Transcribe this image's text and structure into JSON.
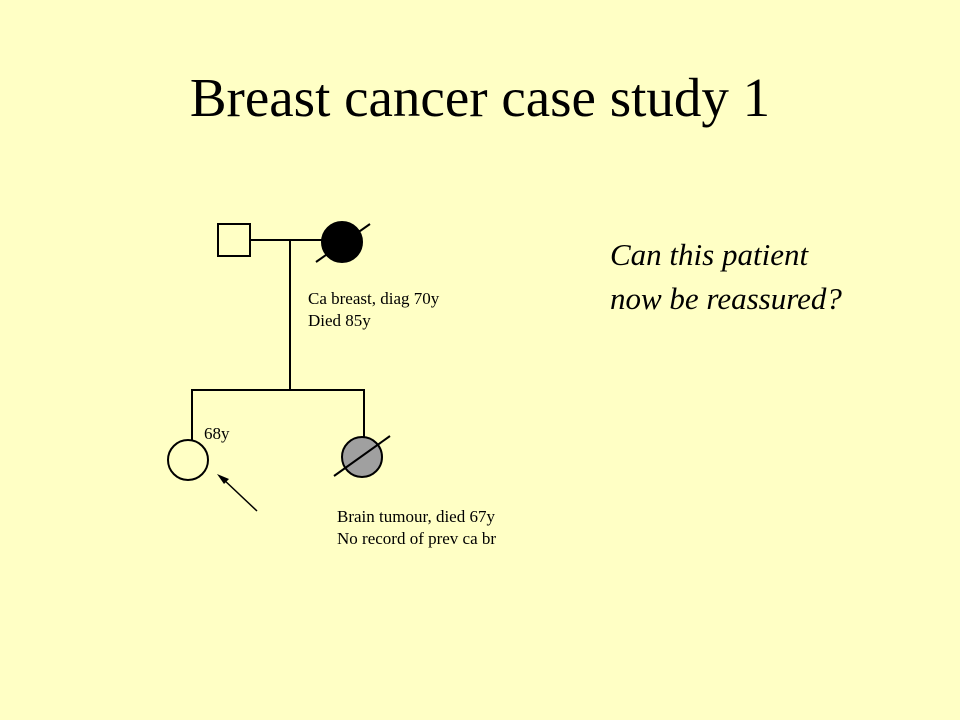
{
  "slide": {
    "title": "Breast cancer case study 1"
  },
  "pedigree": {
    "grandmother": {
      "note_line1": "Ca breast, diag 70y",
      "note_line2": "Died 85y"
    },
    "proband": {
      "age": "68y"
    },
    "sibling": {
      "note_line1": "Brain tumour, died 67y",
      "note_line2": "No record of prev ca br"
    }
  },
  "question": {
    "line1": "Can this patient",
    "line2": "now be reassured?"
  },
  "colors": {
    "background": "#FFFFC5",
    "affected": "#000000",
    "partially_affected": "#A0A0A0"
  }
}
